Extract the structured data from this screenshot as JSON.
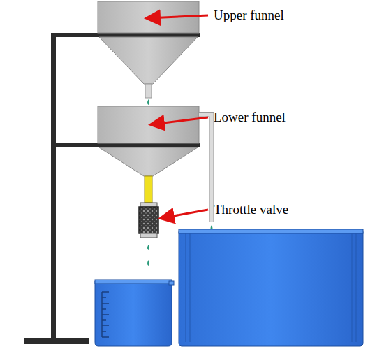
{
  "diagram": {
    "labels": [
      "Upper funnel",
      "Lower funnel",
      "Throttle valve"
    ]
  }
}
